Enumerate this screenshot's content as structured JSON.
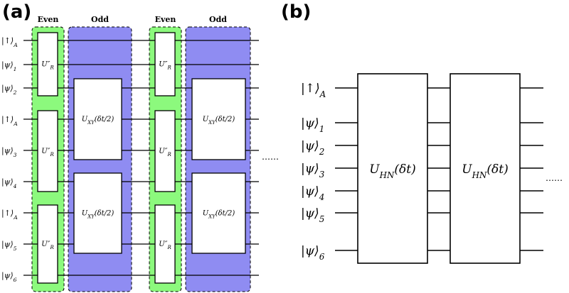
{
  "panel_a": {
    "label": "(a)",
    "headers": [
      "Even",
      "Odd",
      "Even",
      "Odd"
    ],
    "qubits": [
      "|↑⟩_A",
      "|ψ⟩_1",
      "|ψ⟩_2",
      "|↑⟩_A",
      "|ψ⟩_3",
      "|ψ⟩_4",
      "|↑⟩_A",
      "|ψ⟩_5",
      "|ψ⟩_6"
    ],
    "even_gate_label": "U″_R",
    "odd_gate_label": "U_XY(δt/2)",
    "continuation": "……"
  },
  "panel_b": {
    "label": "(b)",
    "qubits": [
      "|↑⟩_A",
      "|ψ⟩_1",
      "|ψ⟩_2",
      "|ψ⟩_3",
      "|ψ⟩_4",
      "|ψ⟩_5",
      "|ψ⟩_6"
    ],
    "gate_label": "U_HN(δt)",
    "continuation": "……"
  },
  "colors": {
    "even_fill": "#8cf97d",
    "odd_fill": "#8f8cf2",
    "line": "#000000",
    "gate_fill": "#ffffff"
  }
}
